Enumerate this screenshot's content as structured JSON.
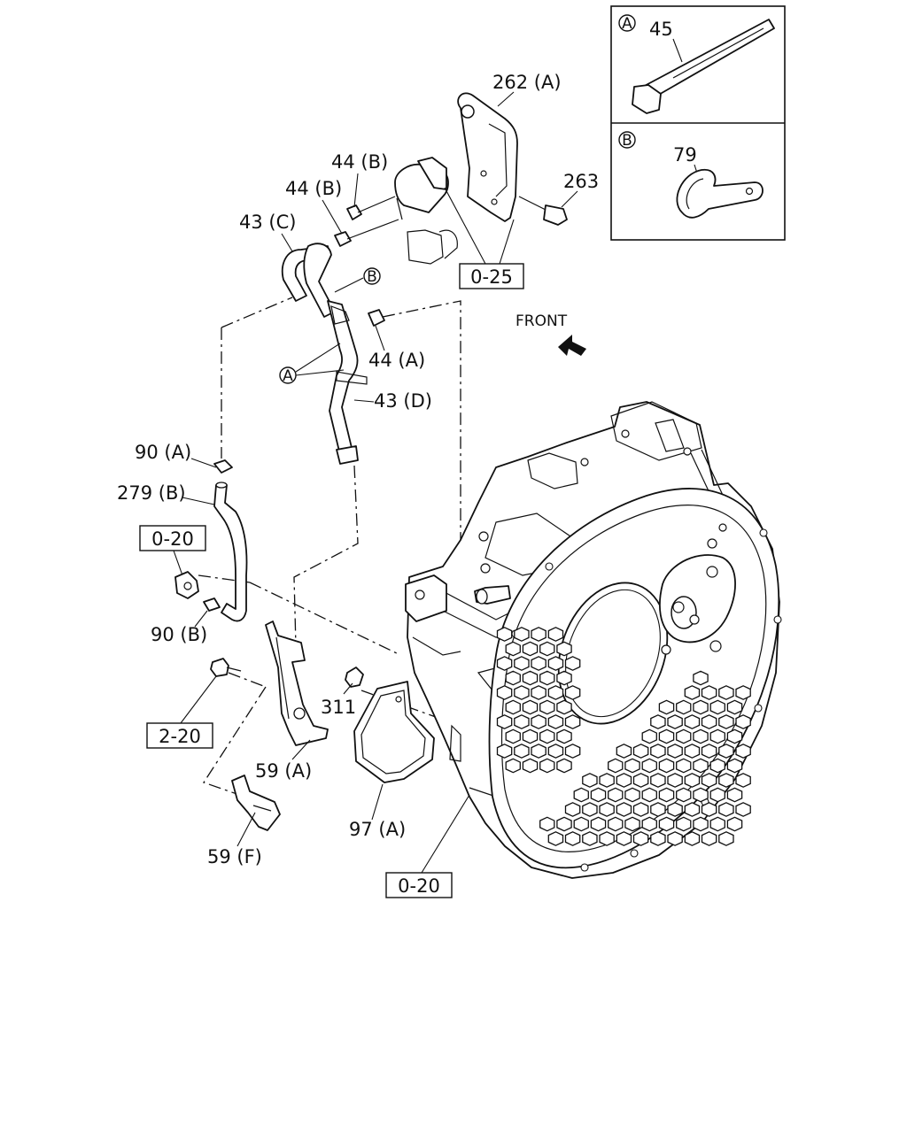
{
  "callouts": {
    "c45": "45",
    "c79": "79",
    "c262A": "262 (A)",
    "c263": "263",
    "c44B_top": "44 (B)",
    "c44B_mid": "44 (B)",
    "c43C": "43 (C)",
    "c44A": "44 (A)",
    "c43D": "43 (D)",
    "c90A": "90 (A)",
    "c279B": "279 (B)",
    "c90B": "90 (B)",
    "c311": "311",
    "c59A": "59 (A)",
    "c59F": "59 (F)",
    "c97A": "97 (A)"
  },
  "reference_boxes": {
    "ref_025": "0-25",
    "ref_020_left": "0-20",
    "ref_220": "2-20",
    "ref_020_bottom": "0-20"
  },
  "markers": {
    "circle_A_inset": "A",
    "circle_B_inset": "B",
    "circle_A_hose": "A",
    "circle_B_hose": "B"
  },
  "direction": {
    "front_label": "FRONT"
  }
}
